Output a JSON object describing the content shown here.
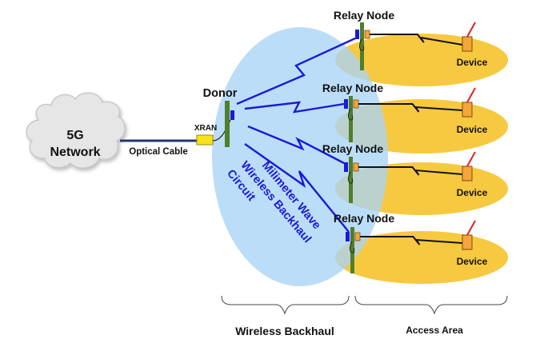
{
  "network": {
    "line1": "5G",
    "line2": "Network"
  },
  "cable_label": "Optical Cable",
  "xran_label": "XRAN",
  "donor_label": "Donor",
  "backhaul_circuit": {
    "line1": "Milimeter Wave",
    "line2": "Wireless Backhaul",
    "line3": "Circuit"
  },
  "relays": [
    {
      "label": "Relay Node",
      "device": "Device"
    },
    {
      "label": "Relay Node",
      "device": "Device"
    },
    {
      "label": "Relay Node",
      "device": "Device"
    },
    {
      "label": "Relay Node",
      "device": "Device"
    }
  ],
  "sections": {
    "backhaul": "Wireless Backhaul",
    "access": "Access Area"
  },
  "colors": {
    "backhaul_area": "#b9dcf8",
    "access_area": "#f7c940",
    "wireless_link": "#1a1ad8",
    "pole": "#4f7f2a",
    "device_body": "#f4a63a",
    "device_antenna": "#e02020",
    "xran_box": "#f7e31a",
    "cloud": "#e6e6e6"
  }
}
